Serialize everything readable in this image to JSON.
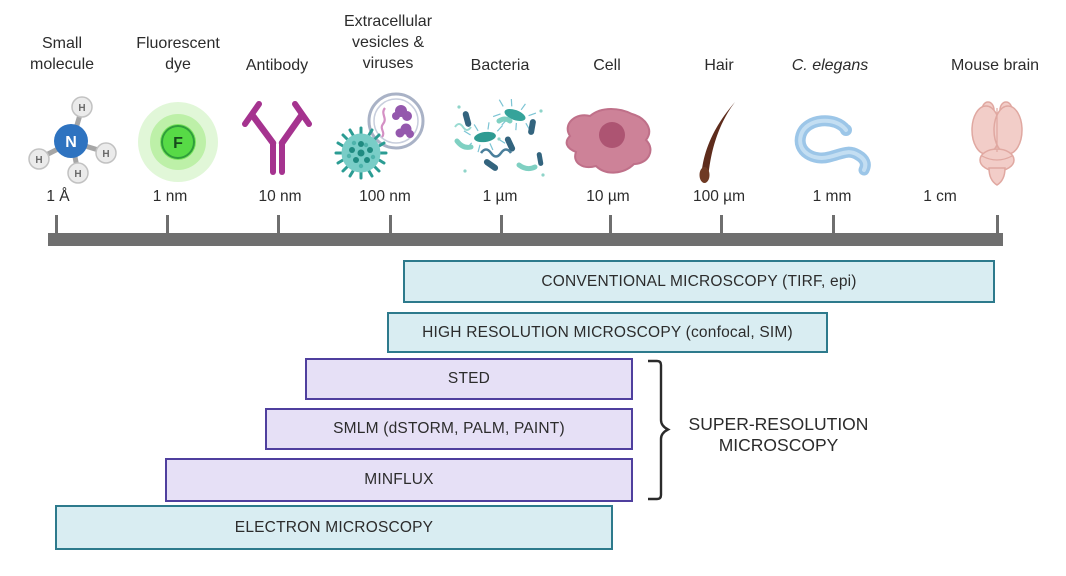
{
  "objects": [
    {
      "name": "Small molecule",
      "size": "1 Å"
    },
    {
      "name": "Fluorescent dye",
      "size": "1 nm"
    },
    {
      "name": "Antibody",
      "size": "10 nm"
    },
    {
      "name": "Extracellular vesicles & viruses",
      "size": "100 nm"
    },
    {
      "name": "Bacteria",
      "size": "1 µm"
    },
    {
      "name": "Cell",
      "size": "10 µm"
    },
    {
      "name": "Hair",
      "size": "100 µm"
    },
    {
      "name": "C. elegans",
      "size": "1 mm"
    },
    {
      "name": "Mouse brain",
      "size": "1 cm"
    }
  ],
  "techniques": [
    {
      "label": "CONVENTIONAL MICROSCOPY (TIRF, epi)",
      "category": "conventional"
    },
    {
      "label": "HIGH RESOLUTION MICROSCOPY (confocal, SIM)",
      "category": "high-resolution"
    },
    {
      "label": "STED",
      "category": "super-resolution"
    },
    {
      "label": "SMLM (dSTORM, PALM, PAINT)",
      "category": "super-resolution"
    },
    {
      "label": "MINFLUX",
      "category": "super-resolution"
    },
    {
      "label": "ELECTRON MICROSCOPY",
      "category": "electron"
    }
  ],
  "bracket": {
    "line1": "SUPER-RESOLUTION",
    "line2": "MICROSCOPY"
  },
  "icon_letters": {
    "nitrogen": "N",
    "hydrogen": "H",
    "fluorophore": "F"
  },
  "colors": {
    "cyan_fill": "#d9edf2",
    "cyan_border": "#2d7a8c",
    "purple_fill": "#e6e0f6",
    "purple_border": "#4f3f9e",
    "scale_bar": "#6f6f6f",
    "text": "#2c2c2c",
    "bracket": "#2b2b2b"
  }
}
